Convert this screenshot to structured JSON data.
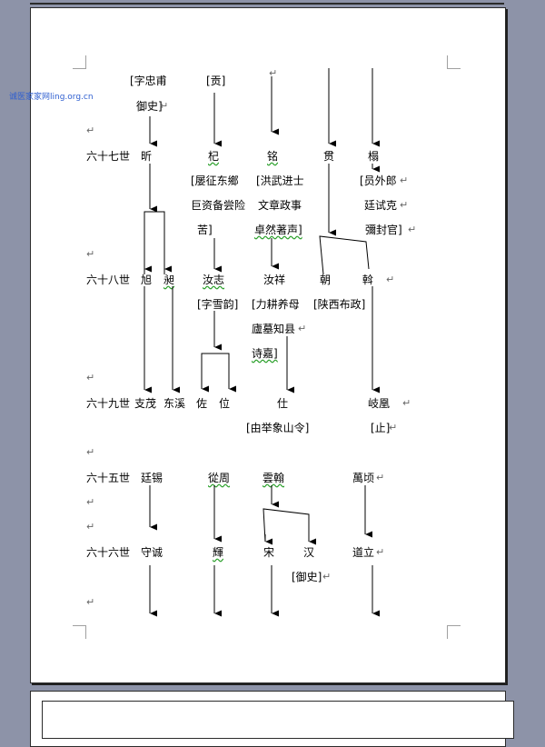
{
  "watermark": "诚医家家网ling.org.cn",
  "return_mark": "↵",
  "top_row": {
    "a1": "[字忠甫",
    "a2": "御史]",
    "b1": "[贡]"
  },
  "gen67": {
    "label": "六十七世",
    "names": [
      "昕",
      "杞",
      "铭",
      "贯",
      "榻"
    ],
    "note_qi": [
      "[屡征东鄉",
      "巨资备尝险",
      "苦]"
    ],
    "note_ming": [
      "[洪武进士",
      "文章政事",
      "卓然著声]"
    ],
    "note_ta": [
      "[员外郎",
      "廷试克",
      "彌封官]"
    ]
  },
  "gen68": {
    "label": "六十八世",
    "names": [
      "旭",
      "昶",
      "汝志",
      "汝祥",
      "朝",
      "斡"
    ],
    "note_zhi": "[字雪韵]",
    "note_xiang": [
      "[力耕养母",
      "廬墓知县",
      "诗嘉]"
    ],
    "note_chao": "[陕西布政]"
  },
  "gen69": {
    "label": "六十九世",
    "names": [
      "支茂",
      "东溪",
      "佐",
      "位",
      "仕",
      "岐凰"
    ],
    "note_shi": "[由举象山令]",
    "note_qi": "[止]"
  },
  "gen65": {
    "label": "六十五世",
    "names": [
      "廷锡",
      "從周",
      "雲翰",
      "萬顷"
    ]
  },
  "gen66": {
    "label": "六十六世",
    "names": [
      "守诚",
      "輝",
      "宋",
      "汉",
      "道立"
    ],
    "note_han": "[御史]"
  },
  "colors": {
    "background": "#8d93a8",
    "page": "#ffffff",
    "watermark": "#2f5fd0"
  }
}
